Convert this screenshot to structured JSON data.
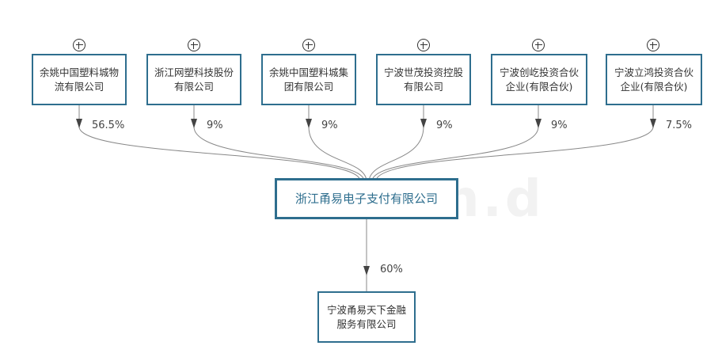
{
  "watermark": "n.d",
  "shareholders": [
    {
      "name": "余姚中国塑料城物流有限公司",
      "percent": "56.5%"
    },
    {
      "name": "浙江网塑科技股份有限公司",
      "percent": "9%"
    },
    {
      "name": "余姚中国塑料城集团有限公司",
      "percent": "9%"
    },
    {
      "name": "宁波世茂投资控股有限公司",
      "percent": "9%"
    },
    {
      "name": "宁波创屹投资合伙企业(有限合伙)",
      "percent": "9%"
    },
    {
      "name": "宁波立鸿投资合伙企业(有限合伙)",
      "percent": "7.5%"
    }
  ],
  "center": {
    "name": "浙江甬易电子支付有限公司"
  },
  "subsidiary": {
    "name": "宁波甬易天下金融服务有限公司",
    "percent": "60%"
  },
  "colors": {
    "border": "#2e6e8e",
    "line": "#888888",
    "arrow": "#444444"
  }
}
